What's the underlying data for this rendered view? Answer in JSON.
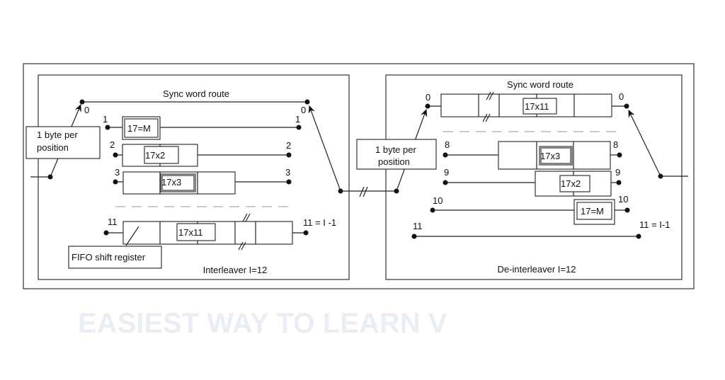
{
  "watermark": "EASIEST WAY TO LEARN V",
  "interleaver": {
    "title": "Interleaver I=12",
    "sync_route": "Sync word route",
    "byte_label_1": "1 byte per",
    "byte_label_2": "position",
    "fifo_label": "FIFO shift register",
    "ports": {
      "in0": "0",
      "out0": "0",
      "in1": "1",
      "out1": "1",
      "in2": "2",
      "out2": "2",
      "in3": "3",
      "out3": "3",
      "in11": "11",
      "out11": "11 =  I -1"
    },
    "cells": {
      "r1": "17=M",
      "r2": "17x2",
      "r3": "17x3",
      "r11": "17x11"
    }
  },
  "deinterleaver": {
    "title": "De-interleaver I=12",
    "sync_route": "Sync word route",
    "byte_label_1": "1 byte per",
    "byte_label_2": "position",
    "ports": {
      "in0": "0",
      "out0": "0",
      "in8": "8",
      "out8": "8",
      "in9": "9",
      "out9": "9",
      "in10": "10",
      "out10": "10",
      "in11": "11",
      "out11": "11 = I-1"
    },
    "cells": {
      "r0": "17x11",
      "r8": "17x3",
      "r9": "17x2",
      "r10": "17=M"
    }
  }
}
